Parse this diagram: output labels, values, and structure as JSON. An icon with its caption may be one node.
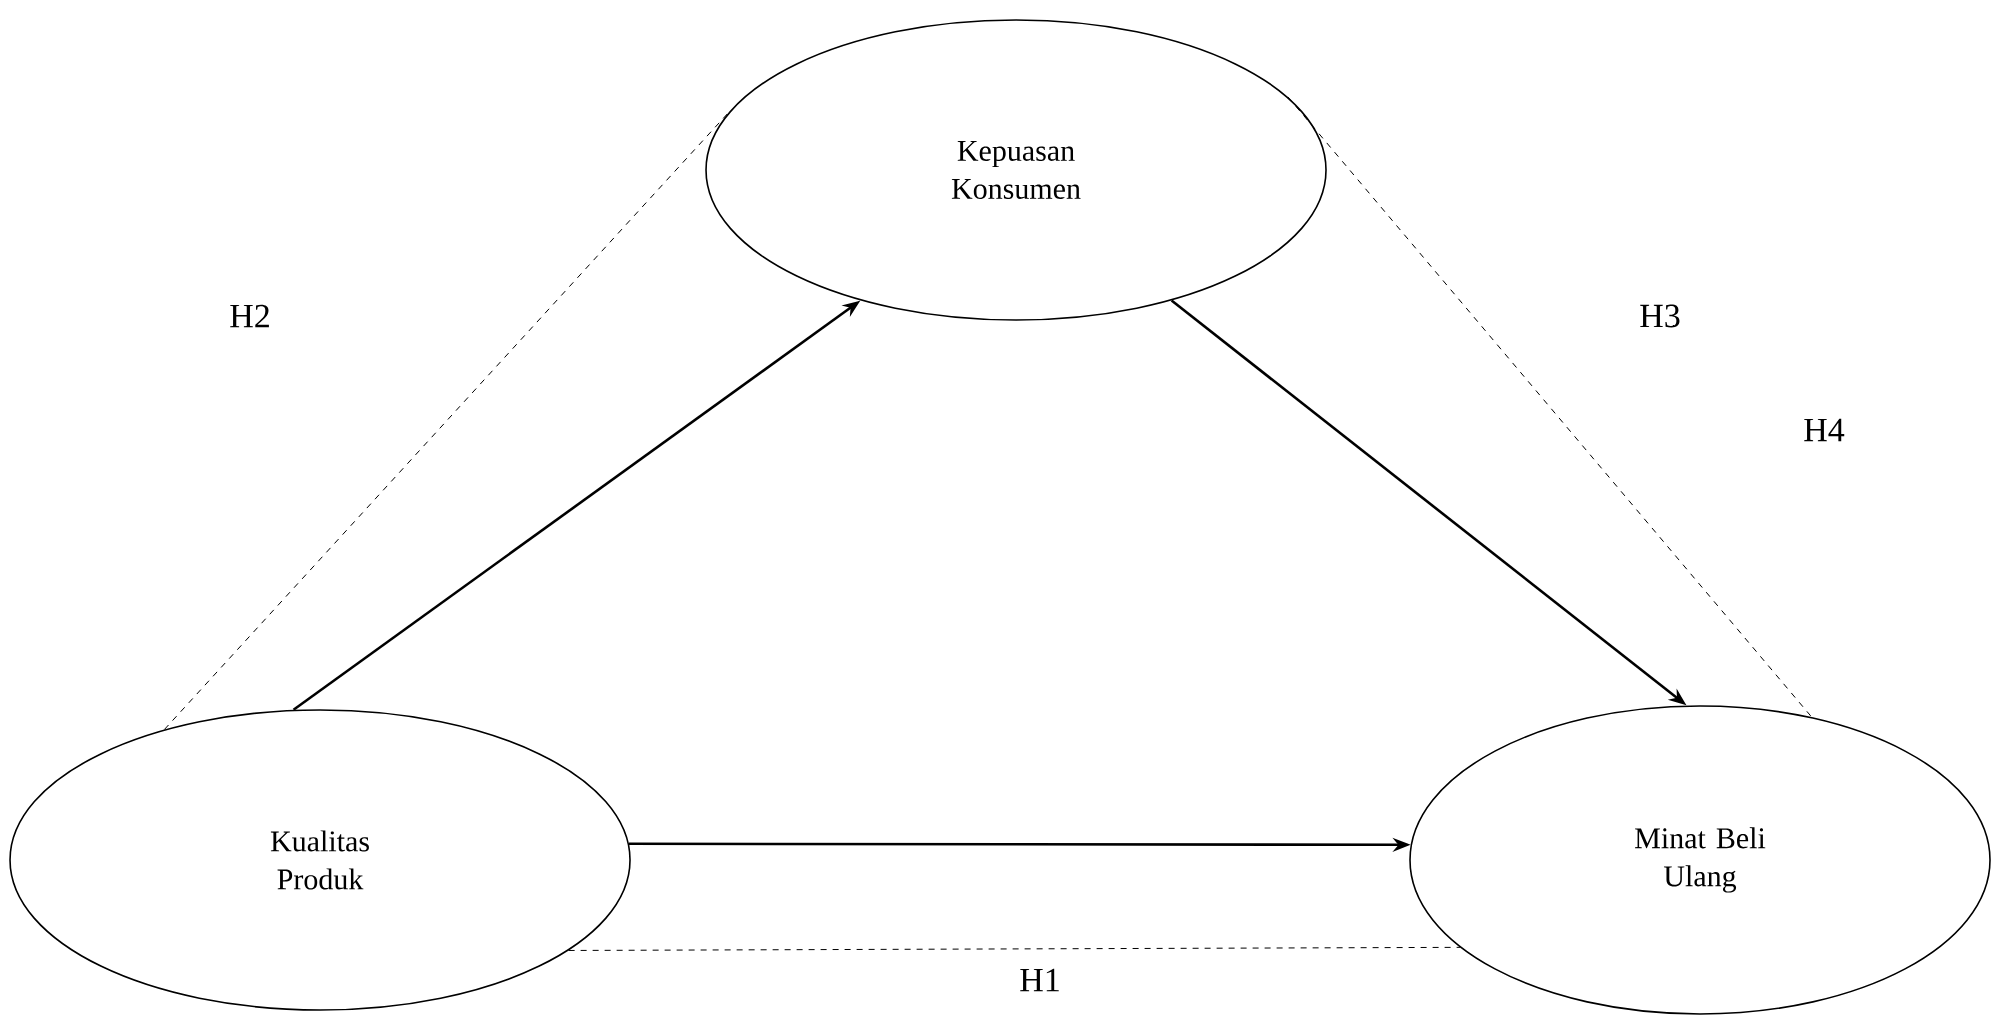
{
  "diagram": {
    "nodes": [
      {
        "text": [
          "Kepuasan Konsumen"
        ]
      },
      {
        "text": [
          "Kualitas Produk"
        ]
      },
      {
        "text": [
          "Minat Beli Ulang"
        ]
      }
    ],
    "edges": [
      {
        "from": 1,
        "to": 0,
        "arrow": "to"
      },
      {
        "from": 0,
        "to": 2,
        "arrow": "to"
      },
      {
        "from": 1,
        "to": 2,
        "arrow": "to"
      },
      {
        "from": 1,
        "to": 0,
        "arrow": "none",
        "style": "dashed"
      },
      {
        "from": 0,
        "to": 2,
        "arrow": "none",
        "style": "dashed"
      },
      {
        "from": 1,
        "to": 2,
        "arrow": "none",
        "style": "dashed"
      }
    ],
    "labels": [
      "H2",
      "H3",
      "H4",
      "H1"
    ]
  }
}
